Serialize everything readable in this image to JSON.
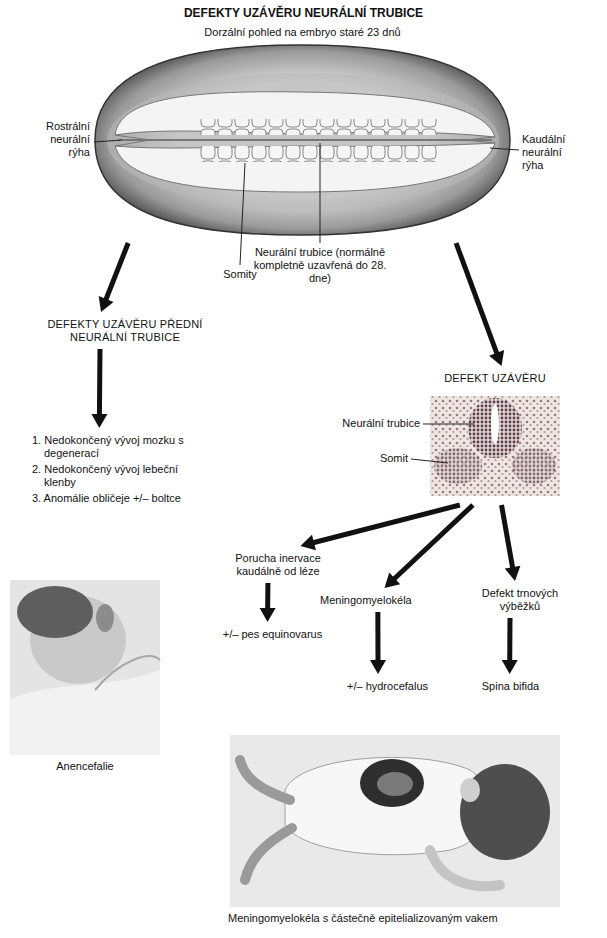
{
  "diagram": {
    "title": "DEFEKTY UZÁVĚRU NEURÁLNÍ TRUBICE",
    "nodes": [
      {
        "text": [
          "Dorzální pohled na embryo staré 23 dnů"
        ]
      },
      {
        "text": [
          "DEFEKTY UZÁVĚRU PŘEDNÍ NEURÁLNÍ TRUBICE"
        ]
      },
      {
        "text": [
          "1. Nedokončený vývoj mozku s degenerací",
          "2. Nedokončený vývoj lebeční klenby",
          "3. Anomálie obličeje +/– boltce"
        ]
      },
      {
        "text": [
          "DEFEKT UZÁVĚRU"
        ]
      },
      {
        "text": [
          "Porucha inervace kaudálně od léze"
        ]
      },
      {
        "text": [
          "Meningomyelokéla"
        ]
      },
      {
        "text": [
          "Defekt trnových výběžků"
        ]
      },
      {
        "text": [
          "+/– pes equinovarus"
        ]
      },
      {
        "text": [
          "+/– hydrocefalus"
        ]
      },
      {
        "text": [
          "Spina bifida"
        ]
      }
    ],
    "edges": [
      {
        "from": 0,
        "to": 1,
        "arrow": "to"
      },
      {
        "from": 0,
        "to": 3,
        "arrow": "to"
      },
      {
        "from": 1,
        "to": 2,
        "arrow": "to"
      },
      {
        "from": 3,
        "to": 4,
        "arrow": "to"
      },
      {
        "from": 3,
        "to": 5,
        "arrow": "to"
      },
      {
        "from": 3,
        "to": 6,
        "arrow": "to"
      },
      {
        "from": 4,
        "to": 7,
        "arrow": "to"
      },
      {
        "from": 5,
        "to": 8,
        "arrow": "to"
      },
      {
        "from": 6,
        "to": 9,
        "arrow": "to"
      }
    ],
    "labels": [
      "Rostrální neurální rýha",
      "Kaudální neurální rýha",
      "Somity",
      "Neurální trubice (normálně kompletně uzavřená do 28. dne)",
      "Neurální trubice",
      "Somit",
      "Anencefalie",
      "Meningomyelokéla s částečně epitelializovaným vakem"
    ]
  }
}
